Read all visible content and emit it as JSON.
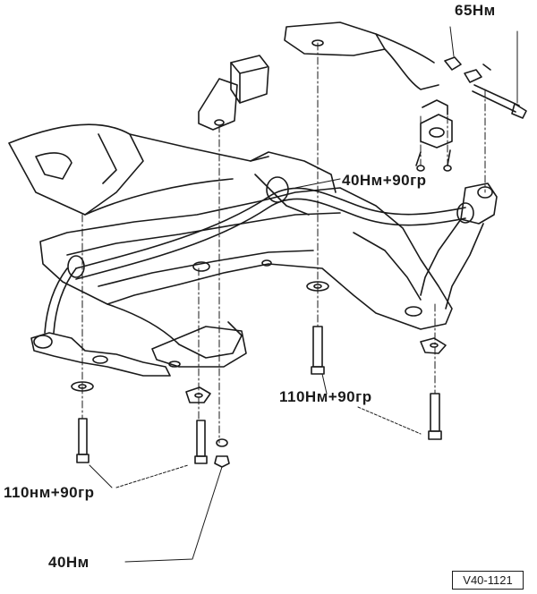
{
  "labels": {
    "torque_65": "65Нм",
    "torque_40_90": "40Нм+90гр",
    "torque_110_90_right": "110Нм+90гр",
    "torque_110_90_left": "110нм+90гр",
    "torque_40": "40Нм"
  },
  "figure_code": "V40-1121",
  "colors": {
    "line": "#1a1a1a",
    "background": "#ffffff"
  }
}
